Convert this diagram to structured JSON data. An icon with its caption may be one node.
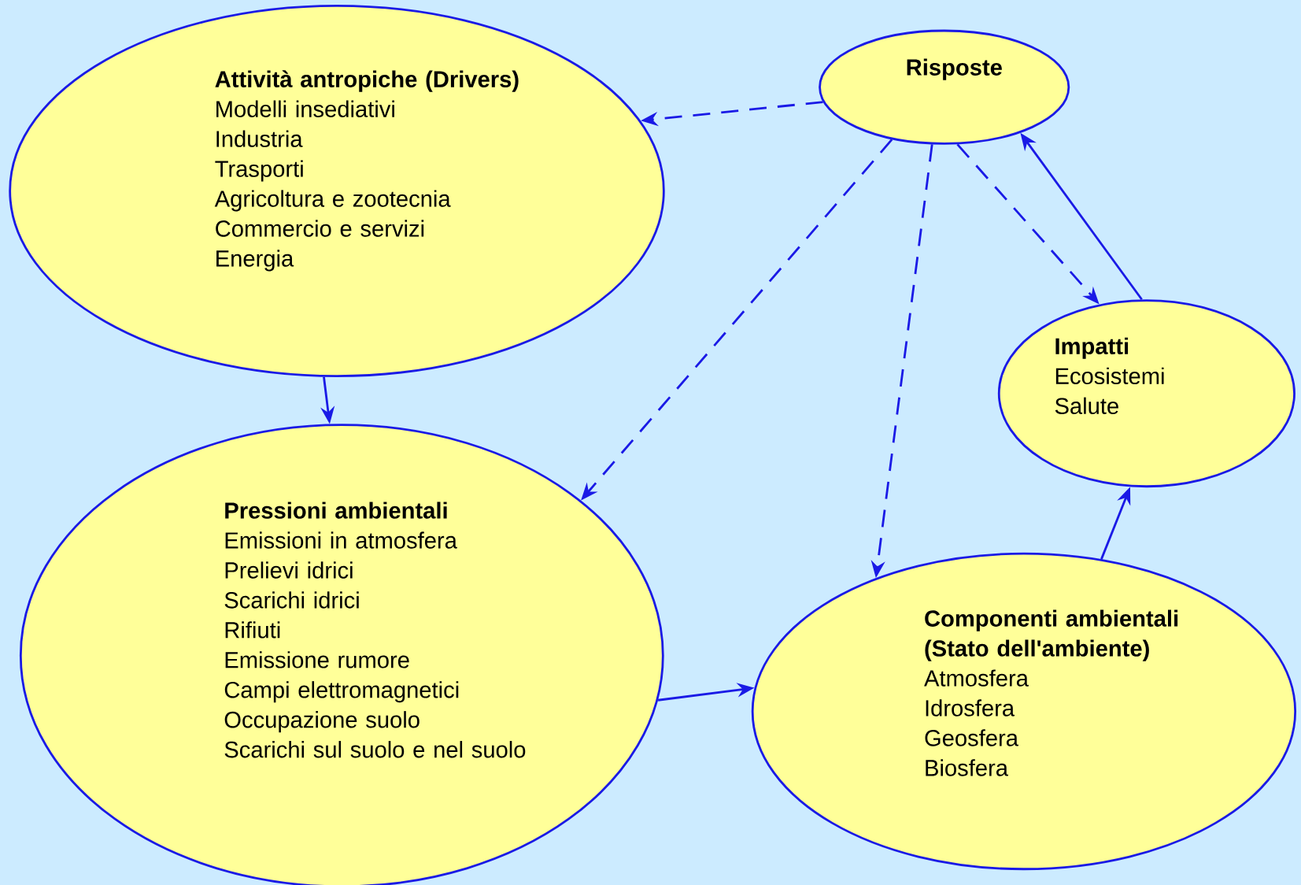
{
  "diagram": {
    "nodes": [
      {
        "text": [
          "Attività antropiche (Drivers)",
          "Modelli insediativi",
          "Industria",
          "Trasporti",
          "Agricoltura e zootecnia",
          "Commercio e servizi",
          "Energia"
        ]
      },
      {
        "text": [
          "Risposte"
        ]
      },
      {
        "text": [
          "Impatti",
          "Ecosistemi",
          "Salute"
        ]
      },
      {
        "text": [
          "Pressioni ambientali",
          "Emissioni in atmosfera",
          "Prelievi idrici",
          "Scarichi idrici",
          "Rifiuti",
          "Emissione rumore",
          "Campi elettromagnetici",
          "Occupazione suolo",
          "Scarichi sul suolo e nel suolo"
        ]
      },
      {
        "text": [
          "Componenti ambientali (Stato dell'ambiente)",
          "Atmosfera",
          "Idrosfera",
          "Geosfera",
          "Biosfera"
        ]
      }
    ],
    "edges": [
      {
        "from": 1,
        "to": 0,
        "arrow": "to",
        "style": "dashed"
      },
      {
        "from": 0,
        "to": 3,
        "arrow": "to"
      },
      {
        "from": 1,
        "to": 3,
        "arrow": "to",
        "style": "dashed"
      },
      {
        "from": 1,
        "to": 4,
        "arrow": "to",
        "style": "dashed"
      },
      {
        "from": 1,
        "to": 2,
        "arrow": "to",
        "style": "dashed"
      },
      {
        "from": 2,
        "to": 1,
        "arrow": "to"
      },
      {
        "from": 3,
        "to": 4,
        "arrow": "to"
      },
      {
        "from": 4,
        "to": 2,
        "arrow": "to"
      }
    ]
  }
}
